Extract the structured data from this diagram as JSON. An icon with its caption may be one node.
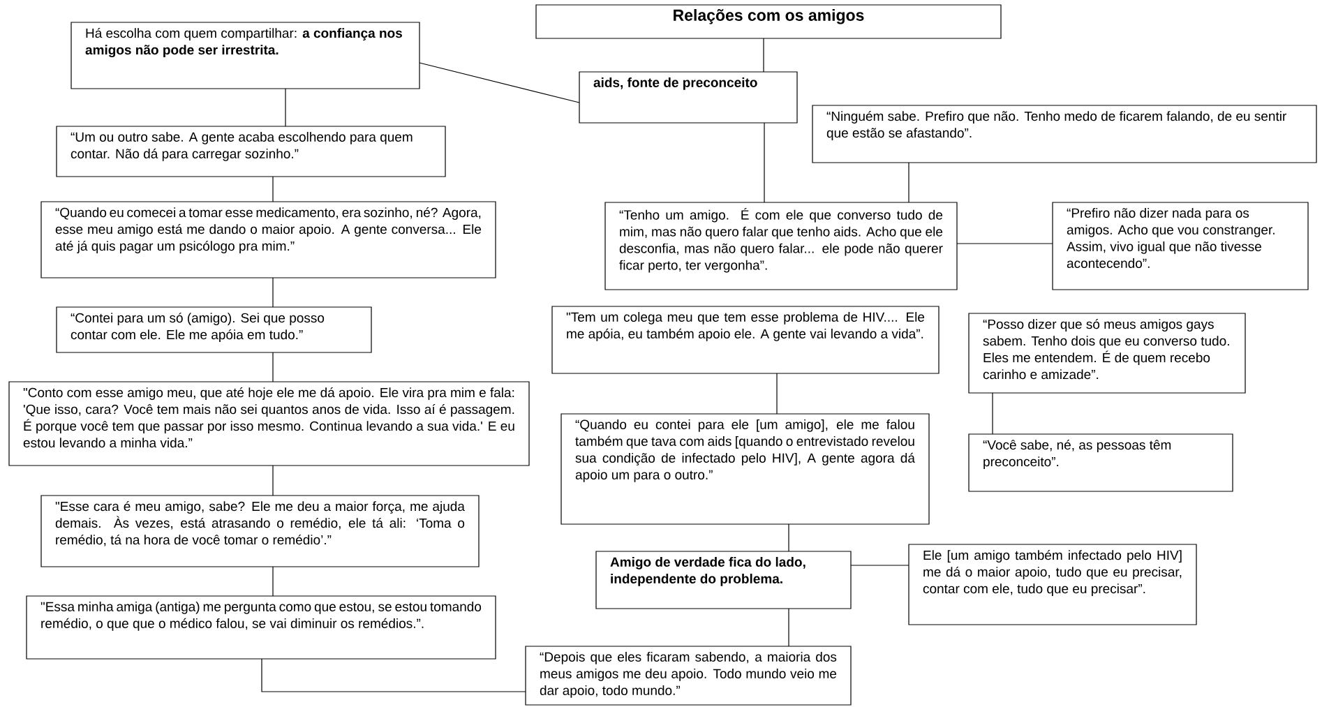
{
  "diagram": {
    "nodes": [
      {
        "text": [
          "Relações com os amigos"
        ]
      },
      {
        "text": [
          "Há escolha com quem compartilhar: **a confiança nos amigos não pode ser irrestrita.**"
        ]
      },
      {
        "text": [
          "aids, fonte de preconceito"
        ]
      },
      {
        "text": [
          "“Ninguém sabe. Prefiro que não. Tenho medo de ficarem falando, de eu sentir que estão se afastando”."
        ]
      },
      {
        "text": [
          "“Um ou outro sabe. A gente acaba escolhendo para quem contar. Não dá para carregar sozinho.”"
        ]
      },
      {
        "text": [
          "“Quando eu comecei a tomar esse medicamento, era sozinho, né? Agora, esse meu amigo está me dando o maior apoio. A gente conversa... Ele até já quis pagar um psicólogo pra mim.”"
        ]
      },
      {
        "text": [
          "“Tenho um amigo. É com ele que converso tudo de mim, mas não quero falar que tenho aids. Acho que ele desconfia, mas não quero falar... ele pode não querer ficar perto, ter vergonha”."
        ]
      },
      {
        "text": [
          "“Prefiro não dizer nada para os amigos. Acho que vou constranger. Assim, vivo igual que não tivesse acontecendo”."
        ]
      },
      {
        "text": [
          "“Contei para um só (amigo). Sei que posso contar com ele. Ele me apóia em tudo.”"
        ]
      },
      {
        "text": [
          "\"Tem um colega meu que tem esse problema de HIV.... Ele me apóia, eu também apoio ele. A gente vai levando a vida”."
        ]
      },
      {
        "text": [
          "“Posso dizer que só meus amigos gays sabem. Tenho dois que eu converso tudo. Eles me entendem. É de quem recebo carinho e amizade”."
        ]
      },
      {
        "text": [
          "\"Conto com esse amigo meu, que até hoje ele me dá apoio. Ele vira pra mim e fala: 'Que isso, cara? Você tem mais não sei quantos anos de vida. Isso aí é passagem. É porque você tem que passar por isso mesmo. Continua levando a sua vida.' E eu estou levando a minha vida.”"
        ]
      },
      {
        "text": [
          "“Quando eu contei para ele [um amigo], ele me falou também que tava com aids [quando o entrevistado revelou sua condição de infectado pelo HIV], A gente agora dá apoio um para o outro.”"
        ]
      },
      {
        "text": [
          "“Você sabe, né, as pessoas têm preconceito”."
        ]
      },
      {
        "text": [
          "\"Esse cara é meu amigo, sabe? Ele me deu a maior força, me ajuda demais. Às vezes, está atrasando o remédio, ele tá ali: ‘Toma o remédio, tá na hora de você tomar o remédio’.”"
        ]
      },
      {
        "text": [
          "Amigo de verdade fica do lado, independente do problema."
        ]
      },
      {
        "text": [
          "Ele [um amigo também infectado pelo HIV] me dá o maior apoio, tudo que eu precisar, contar com ele, tudo que eu precisar”."
        ]
      },
      {
        "text": [
          "\"Essa minha amiga (antiga) me pergunta como que estou, se estou tomando remédio, o que que o médico falou, se vai diminuir os remédios.”."
        ]
      },
      {
        "text": [
          "“Depois que eles ficaram sabendo, a maioria dos meus amigos me deu apoio. Todo mundo veio me dar apoio, todo mundo.”"
        ]
      }
    ],
    "edges": [
      {
        "from": 0,
        "to": 2,
        "arrow": "none"
      },
      {
        "from": 2,
        "to": 1,
        "arrow": "none"
      },
      {
        "from": 1,
        "to": 4,
        "arrow": "none"
      },
      {
        "from": 4,
        "to": 5,
        "arrow": "none"
      },
      {
        "from": 5,
        "to": 8,
        "arrow": "none"
      },
      {
        "from": 8,
        "to": 11,
        "arrow": "none"
      },
      {
        "from": 11,
        "to": 14,
        "arrow": "none"
      },
      {
        "from": 14,
        "to": 17,
        "arrow": "none"
      },
      {
        "from": 17,
        "to": 18,
        "arrow": "none"
      },
      {
        "from": 2,
        "to": 6,
        "arrow": "none"
      },
      {
        "from": 3,
        "to": 6,
        "arrow": "none"
      },
      {
        "from": 6,
        "to": 7,
        "arrow": "none"
      },
      {
        "from": 9,
        "to": 12,
        "arrow": "none"
      },
      {
        "from": 12,
        "to": 15,
        "arrow": "none"
      },
      {
        "from": 15,
        "to": 16,
        "arrow": "none"
      },
      {
        "from": 15,
        "to": 18,
        "arrow": "none"
      },
      {
        "from": 10,
        "to": 13,
        "arrow": "none"
      }
    ]
  }
}
